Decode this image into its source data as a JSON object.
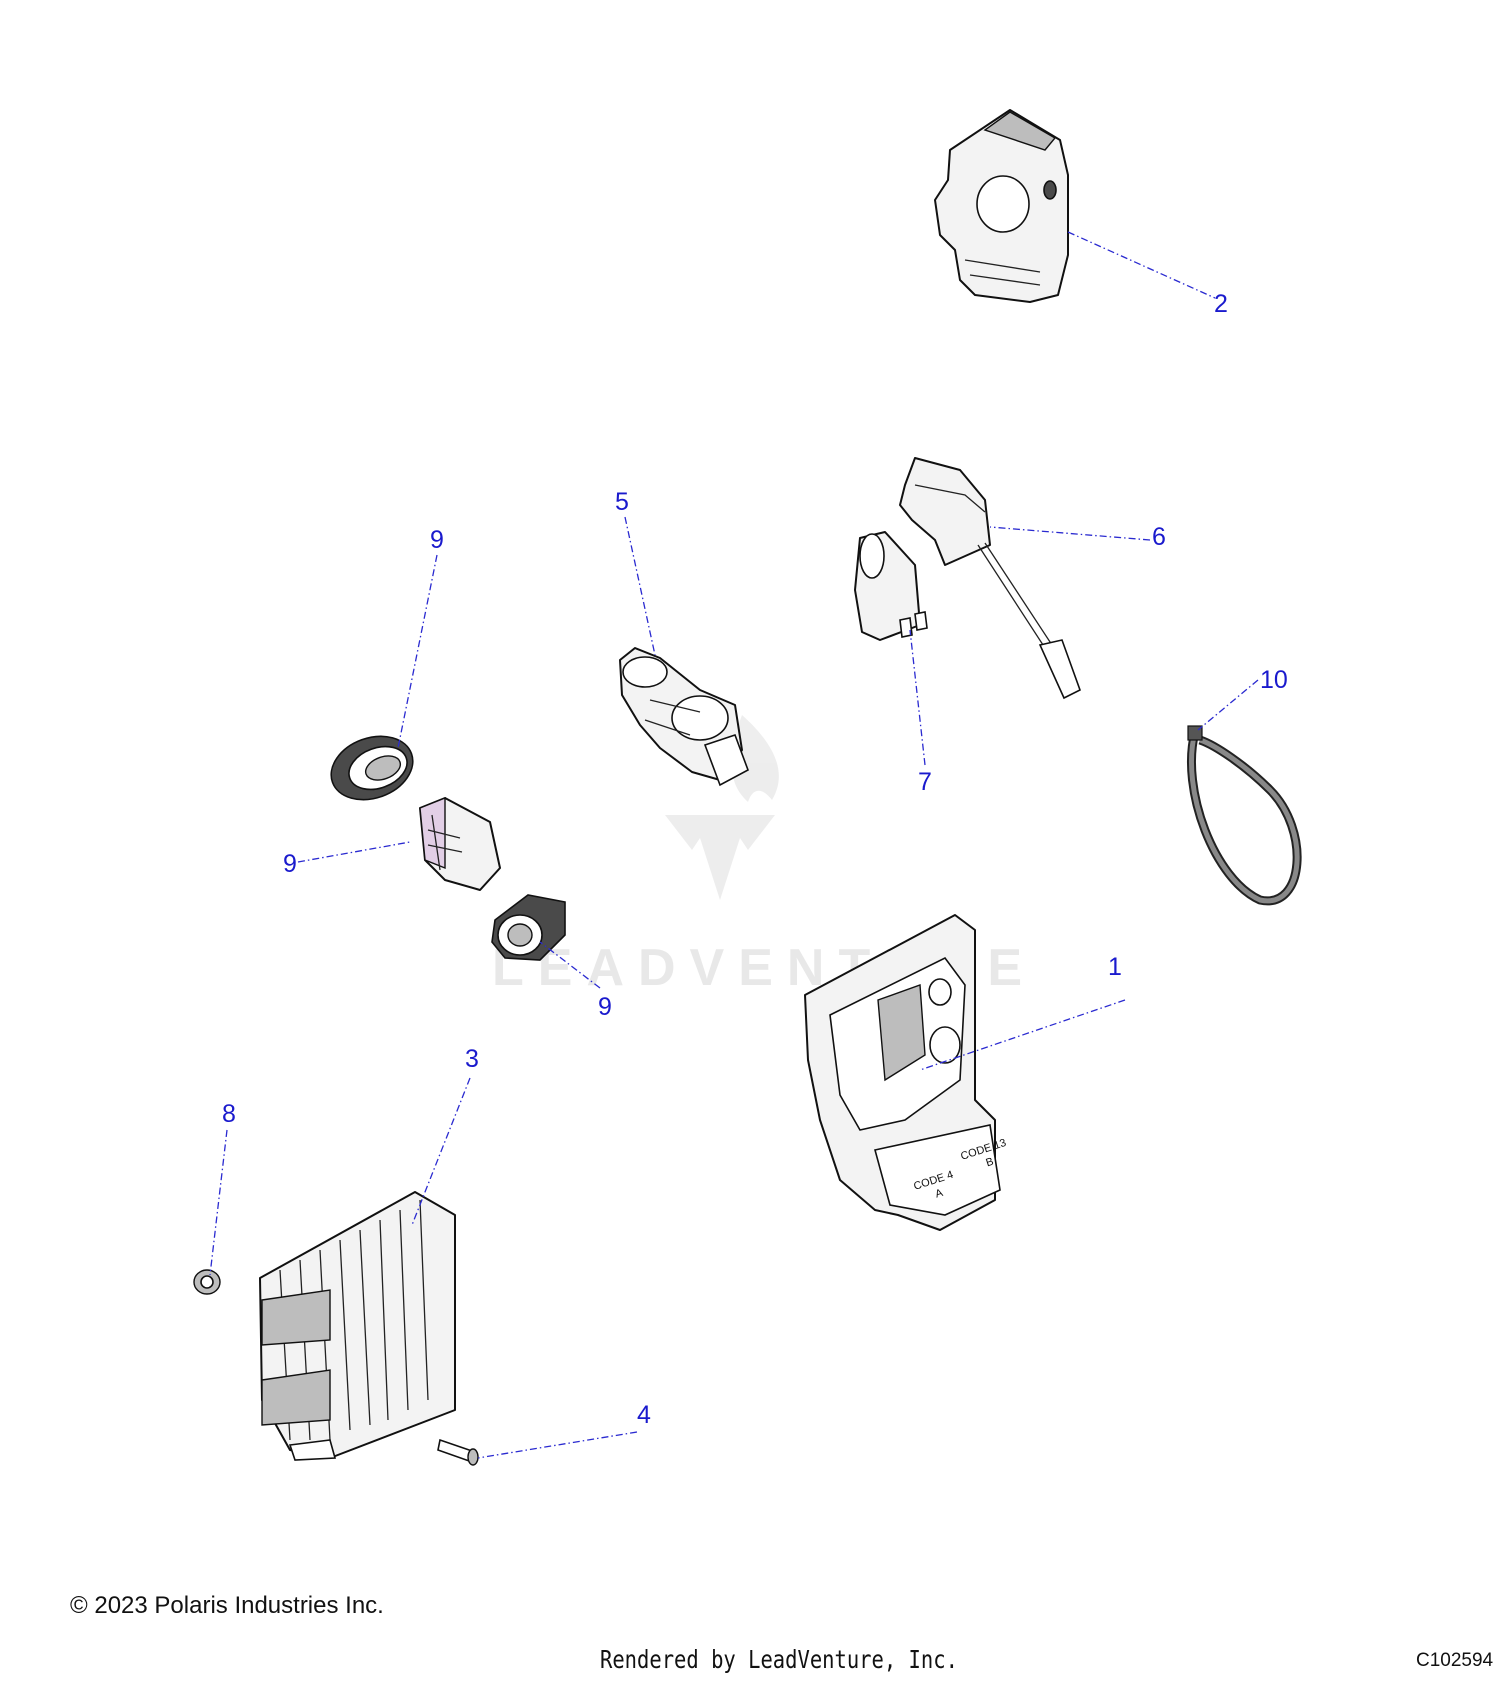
{
  "watermark": {
    "brand": "LEADVENTURE"
  },
  "callouts": [
    {
      "id": "c1",
      "label": "1"
    },
    {
      "id": "c2",
      "label": "2"
    },
    {
      "id": "c3",
      "label": "3"
    },
    {
      "id": "c4",
      "label": "4"
    },
    {
      "id": "c5",
      "label": "5"
    },
    {
      "id": "c6",
      "label": "6"
    },
    {
      "id": "c7",
      "label": "7"
    },
    {
      "id": "c8",
      "label": "8"
    },
    {
      "id": "c9a",
      "label": "9"
    },
    {
      "id": "c9b",
      "label": "9"
    },
    {
      "id": "c9c",
      "label": "9"
    },
    {
      "id": "c10",
      "label": "10"
    }
  ],
  "ecu_markings": {
    "code_a": "CODE 4",
    "port_a": "A",
    "code_b": "CODE 13",
    "port_b": "B"
  },
  "footer": {
    "copyright": "© 2023 Polaris Industries Inc.",
    "rendered_by": "Rendered by LeadVenture, Inc.",
    "diagram_code": "C102594"
  }
}
